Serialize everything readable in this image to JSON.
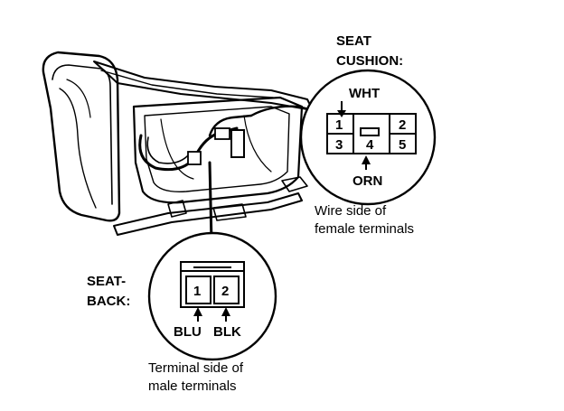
{
  "seat_cushion": {
    "title_line1": "SEAT",
    "title_line2": "CUSHION:",
    "top_wire_color": "WHT",
    "bottom_wire_color": "ORN",
    "pins": [
      "1",
      "2",
      "3",
      "4",
      "5"
    ],
    "caption_line1": "Wire side of",
    "caption_line2": "female terminals"
  },
  "seat_back": {
    "title_line1": "SEAT-",
    "title_line2": "BACK:",
    "pins": [
      "1",
      "2"
    ],
    "wire_color_1": "BLU",
    "wire_color_2": "BLK",
    "caption_line1": "Terminal side of",
    "caption_line2": "male terminals"
  }
}
